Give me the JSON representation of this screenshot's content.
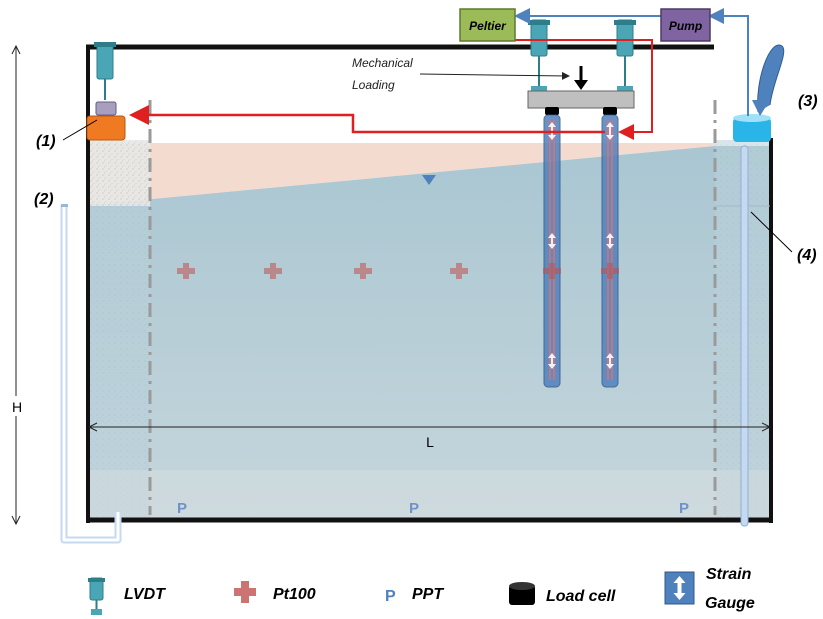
{
  "labels": {
    "peltier": "Peltier",
    "pump": "Pump",
    "mechanical_loading_line1": "Mechanical",
    "mechanical_loading_line2": "Loading",
    "callout_1": "(1)",
    "callout_2": "(2)",
    "callout_3": "(3)",
    "callout_4": "(4)",
    "dim_h": "H",
    "dim_l": "L",
    "ppt_marker": "P"
  },
  "legend": {
    "lvdt": "LVDT",
    "pt100": "Pt100",
    "ppt_symbol": "P",
    "ppt": "PPT",
    "load_cell": "Load cell",
    "strain_gauge_line1": "Strain",
    "strain_gauge_line2": "Gauge"
  },
  "colors": {
    "peltier": "#9bbb59",
    "pump": "#8064a2",
    "water": "#a8c8d4",
    "sand_warm": "#f3dccf",
    "lvdt": "#4aa6b5",
    "pt100": "#c0504d",
    "ppt": "#4f81bd",
    "heat_line": "#e02020",
    "water_line": "#4f81bd"
  }
}
